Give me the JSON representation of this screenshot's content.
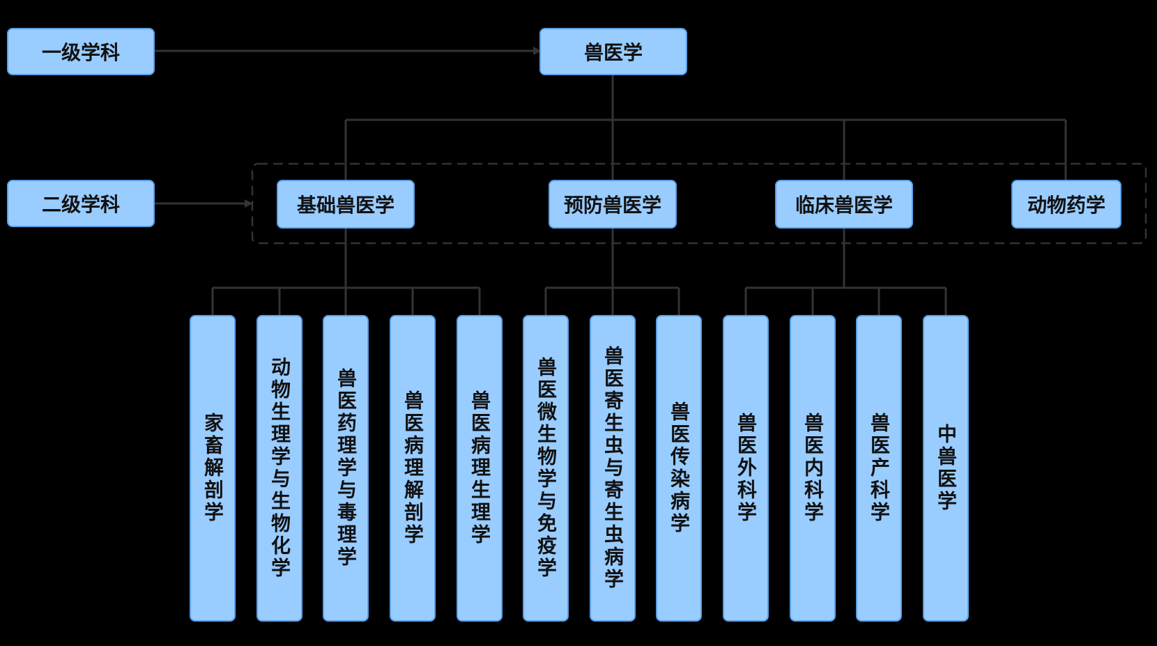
{
  "levels": {
    "first": "一级学科",
    "second": "二级学科"
  },
  "root": "兽医学",
  "secondary": [
    "基础兽医学",
    "预防兽医学",
    "临床兽医学",
    "动物药学"
  ],
  "tertiary": {
    "basic": [
      "家畜解剖学",
      "动物生理学与生物化学",
      "兽医药理学与毒理学",
      "兽医病理解剖学",
      "兽医病理生理学"
    ],
    "preventive": [
      "兽医微生物学与免疫学",
      "兽医寄生虫与寄生虫病学",
      "兽医传染病学"
    ],
    "clinical": [
      "兽医外科学",
      "兽医内科学",
      "兽医产科学",
      "中兽医学"
    ]
  },
  "colors": {
    "box_fill": "#99ccff",
    "box_border": "#5aa0e6",
    "line": "#333333",
    "background": "#000000"
  }
}
